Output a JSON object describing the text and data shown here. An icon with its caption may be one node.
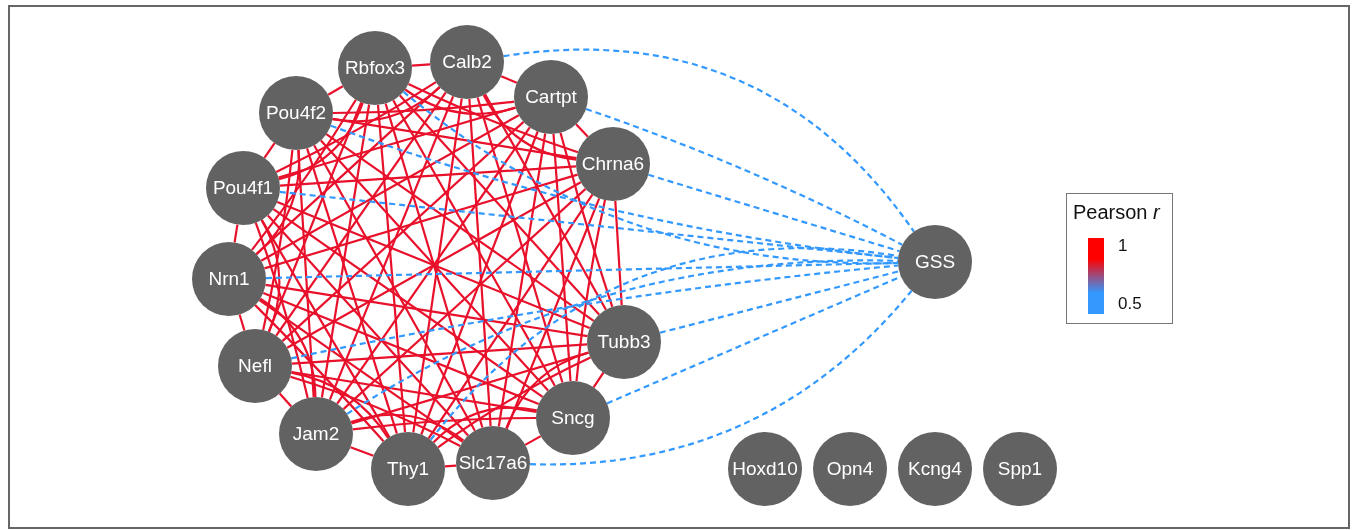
{
  "diagram": {
    "nodes": [
      {
        "text": [
          "Rbfox3"
        ]
      },
      {
        "text": [
          "Calb2"
        ]
      },
      {
        "text": [
          "Cartpt"
        ]
      },
      {
        "text": [
          "Chrna6"
        ]
      },
      {
        "text": [
          "Tubb3"
        ]
      },
      {
        "text": [
          "Sncg"
        ]
      },
      {
        "text": [
          "Slc17a6"
        ]
      },
      {
        "text": [
          "Thy1"
        ]
      },
      {
        "text": [
          "Jam2"
        ]
      },
      {
        "text": [
          "Nefl"
        ]
      },
      {
        "text": [
          "Nrn1"
        ]
      },
      {
        "text": [
          "Pou4f1"
        ]
      },
      {
        "text": [
          "Pou4f2"
        ]
      },
      {
        "text": [
          "GSS"
        ]
      },
      {
        "text": [
          "Hoxd10"
        ]
      },
      {
        "text": [
          "Opn4"
        ]
      },
      {
        "text": [
          "Kcng4"
        ]
      },
      {
        "text": [
          "Spp1"
        ]
      }
    ],
    "edges": [
      {
        "from": 0,
        "to": 1,
        "arrow": "none"
      },
      {
        "from": 0,
        "to": 2,
        "arrow": "none"
      },
      {
        "from": 0,
        "to": 3,
        "arrow": "none"
      },
      {
        "from": 0,
        "to": 4,
        "arrow": "none"
      },
      {
        "from": 0,
        "to": 5,
        "arrow": "none"
      },
      {
        "from": 0,
        "to": 6,
        "arrow": "none"
      },
      {
        "from": 0,
        "to": 7,
        "arrow": "none"
      },
      {
        "from": 0,
        "to": 8,
        "arrow": "none"
      },
      {
        "from": 0,
        "to": 9,
        "arrow": "none"
      },
      {
        "from": 0,
        "to": 10,
        "arrow": "none"
      },
      {
        "from": 0,
        "to": 11,
        "arrow": "none"
      },
      {
        "from": 0,
        "to": 12,
        "arrow": "none"
      },
      {
        "from": 1,
        "to": 2,
        "arrow": "none"
      },
      {
        "from": 1,
        "to": 3,
        "arrow": "none"
      },
      {
        "from": 1,
        "to": 4,
        "arrow": "none"
      },
      {
        "from": 1,
        "to": 5,
        "arrow": "none"
      },
      {
        "from": 1,
        "to": 6,
        "arrow": "none"
      },
      {
        "from": 1,
        "to": 7,
        "arrow": "none"
      },
      {
        "from": 1,
        "to": 8,
        "arrow": "none"
      },
      {
        "from": 1,
        "to": 9,
        "arrow": "none"
      },
      {
        "from": 1,
        "to": 10,
        "arrow": "none"
      },
      {
        "from": 1,
        "to": 11,
        "arrow": "none"
      },
      {
        "from": 1,
        "to": 12,
        "arrow": "none"
      },
      {
        "from": 2,
        "to": 3,
        "arrow": "none"
      },
      {
        "from": 2,
        "to": 4,
        "arrow": "none"
      },
      {
        "from": 2,
        "to": 5,
        "arrow": "none"
      },
      {
        "from": 2,
        "to": 6,
        "arrow": "none"
      },
      {
        "from": 2,
        "to": 7,
        "arrow": "none"
      },
      {
        "from": 2,
        "to": 8,
        "arrow": "none"
      },
      {
        "from": 2,
        "to": 9,
        "arrow": "none"
      },
      {
        "from": 2,
        "to": 10,
        "arrow": "none"
      },
      {
        "from": 2,
        "to": 11,
        "arrow": "none"
      },
      {
        "from": 2,
        "to": 12,
        "arrow": "none"
      },
      {
        "from": 3,
        "to": 4,
        "arrow": "none"
      },
      {
        "from": 3,
        "to": 5,
        "arrow": "none"
      },
      {
        "from": 3,
        "to": 6,
        "arrow": "none"
      },
      {
        "from": 3,
        "to": 7,
        "arrow": "none"
      },
      {
        "from": 3,
        "to": 8,
        "arrow": "none"
      },
      {
        "from": 3,
        "to": 9,
        "arrow": "none"
      },
      {
        "from": 3,
        "to": 10,
        "arrow": "none"
      },
      {
        "from": 3,
        "to": 11,
        "arrow": "none"
      },
      {
        "from": 3,
        "to": 12,
        "arrow": "none"
      },
      {
        "from": 4,
        "to": 5,
        "arrow": "none"
      },
      {
        "from": 4,
        "to": 6,
        "arrow": "none"
      },
      {
        "from": 4,
        "to": 7,
        "arrow": "none"
      },
      {
        "from": 4,
        "to": 8,
        "arrow": "none"
      },
      {
        "from": 4,
        "to": 9,
        "arrow": "none"
      },
      {
        "from": 4,
        "to": 10,
        "arrow": "none"
      },
      {
        "from": 4,
        "to": 11,
        "arrow": "none"
      },
      {
        "from": 4,
        "to": 12,
        "arrow": "none"
      },
      {
        "from": 5,
        "to": 6,
        "arrow": "none"
      },
      {
        "from": 5,
        "to": 7,
        "arrow": "none"
      },
      {
        "from": 5,
        "to": 8,
        "arrow": "none"
      },
      {
        "from": 5,
        "to": 9,
        "arrow": "none"
      },
      {
        "from": 5,
        "to": 10,
        "arrow": "none"
      },
      {
        "from": 5,
        "to": 11,
        "arrow": "none"
      },
      {
        "from": 5,
        "to": 12,
        "arrow": "none"
      },
      {
        "from": 6,
        "to": 7,
        "arrow": "none"
      },
      {
        "from": 6,
        "to": 8,
        "arrow": "none"
      },
      {
        "from": 6,
        "to": 9,
        "arrow": "none"
      },
      {
        "from": 6,
        "to": 10,
        "arrow": "none"
      },
      {
        "from": 6,
        "to": 11,
        "arrow": "none"
      },
      {
        "from": 6,
        "to": 12,
        "arrow": "none"
      },
      {
        "from": 7,
        "to": 8,
        "arrow": "none"
      },
      {
        "from": 7,
        "to": 9,
        "arrow": "none"
      },
      {
        "from": 7,
        "to": 10,
        "arrow": "none"
      },
      {
        "from": 7,
        "to": 11,
        "arrow": "none"
      },
      {
        "from": 7,
        "to": 12,
        "arrow": "none"
      },
      {
        "from": 8,
        "to": 9,
        "arrow": "none"
      },
      {
        "from": 8,
        "to": 10,
        "arrow": "none"
      },
      {
        "from": 8,
        "to": 11,
        "arrow": "none"
      },
      {
        "from": 8,
        "to": 12,
        "arrow": "none"
      },
      {
        "from": 9,
        "to": 10,
        "arrow": "none"
      },
      {
        "from": 9,
        "to": 11,
        "arrow": "none"
      },
      {
        "from": 9,
        "to": 12,
        "arrow": "none"
      },
      {
        "from": 10,
        "to": 11,
        "arrow": "none"
      },
      {
        "from": 10,
        "to": 12,
        "arrow": "none"
      },
      {
        "from": 11,
        "to": 12,
        "arrow": "none"
      },
      {
        "from": 0,
        "to": 13,
        "arrow": "none",
        "style": "dashed",
        "color": "#3399ff"
      },
      {
        "from": 1,
        "to": 13,
        "arrow": "none",
        "style": "dashed",
        "color": "#3399ff"
      },
      {
        "from": 2,
        "to": 13,
        "arrow": "none",
        "style": "dashed",
        "color": "#3399ff"
      },
      {
        "from": 3,
        "to": 13,
        "arrow": "none",
        "style": "dashed",
        "color": "#3399ff"
      },
      {
        "from": 4,
        "to": 13,
        "arrow": "none",
        "style": "dashed",
        "color": "#3399ff"
      },
      {
        "from": 5,
        "to": 13,
        "arrow": "none",
        "style": "dashed",
        "color": "#3399ff"
      },
      {
        "from": 6,
        "to": 13,
        "arrow": "none",
        "style": "dashed",
        "color": "#3399ff"
      },
      {
        "from": 7,
        "to": 13,
        "arrow": "none",
        "style": "dashed",
        "color": "#3399ff"
      },
      {
        "from": 8,
        "to": 13,
        "arrow": "none",
        "style": "dashed",
        "color": "#3399ff"
      },
      {
        "from": 9,
        "to": 13,
        "arrow": "none",
        "style": "dashed",
        "color": "#3399ff"
      },
      {
        "from": 10,
        "to": 13,
        "arrow": "none",
        "style": "dashed",
        "color": "#3399ff"
      },
      {
        "from": 11,
        "to": 13,
        "arrow": "none",
        "style": "dashed",
        "color": "#3399ff"
      },
      {
        "from": 12,
        "to": 13,
        "arrow": "none",
        "style": "dashed",
        "color": "#3399ff"
      }
    ],
    "labels": [
      "Pearson *r*"
    ],
    "legend": [
      {
        "text": "1",
        "color": "#ff0000"
      },
      {
        "text": "0.5",
        "color": "#3399ff"
      }
    ]
  }
}
